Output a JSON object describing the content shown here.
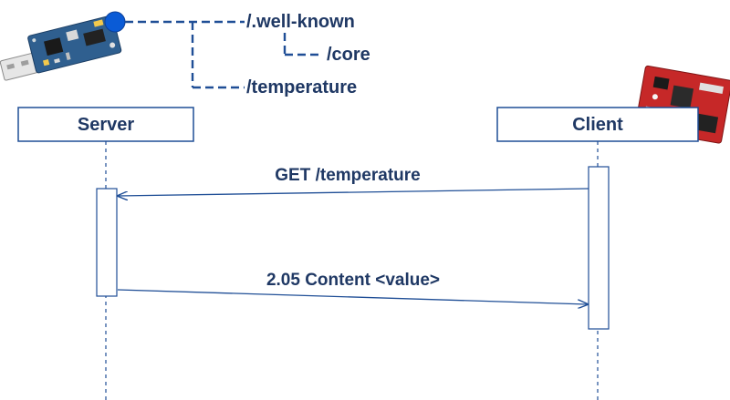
{
  "resource_tree": {
    "root": "/.well-known",
    "child": "/core",
    "sibling": "/temperature"
  },
  "lifelines": {
    "server": "Server",
    "client": "Client"
  },
  "messages": {
    "request": "GET /temperature",
    "response": "2.05 Content <value>"
  },
  "colors": {
    "line": "#1f4e96",
    "text": "#1f3864",
    "usb_device_board": "#2f5f8f",
    "client_board": "#c62828",
    "node_dot": "#0a5bd6"
  },
  "icons": {
    "server_device": "usb-device-icon",
    "client_device": "dev-board-icon"
  }
}
